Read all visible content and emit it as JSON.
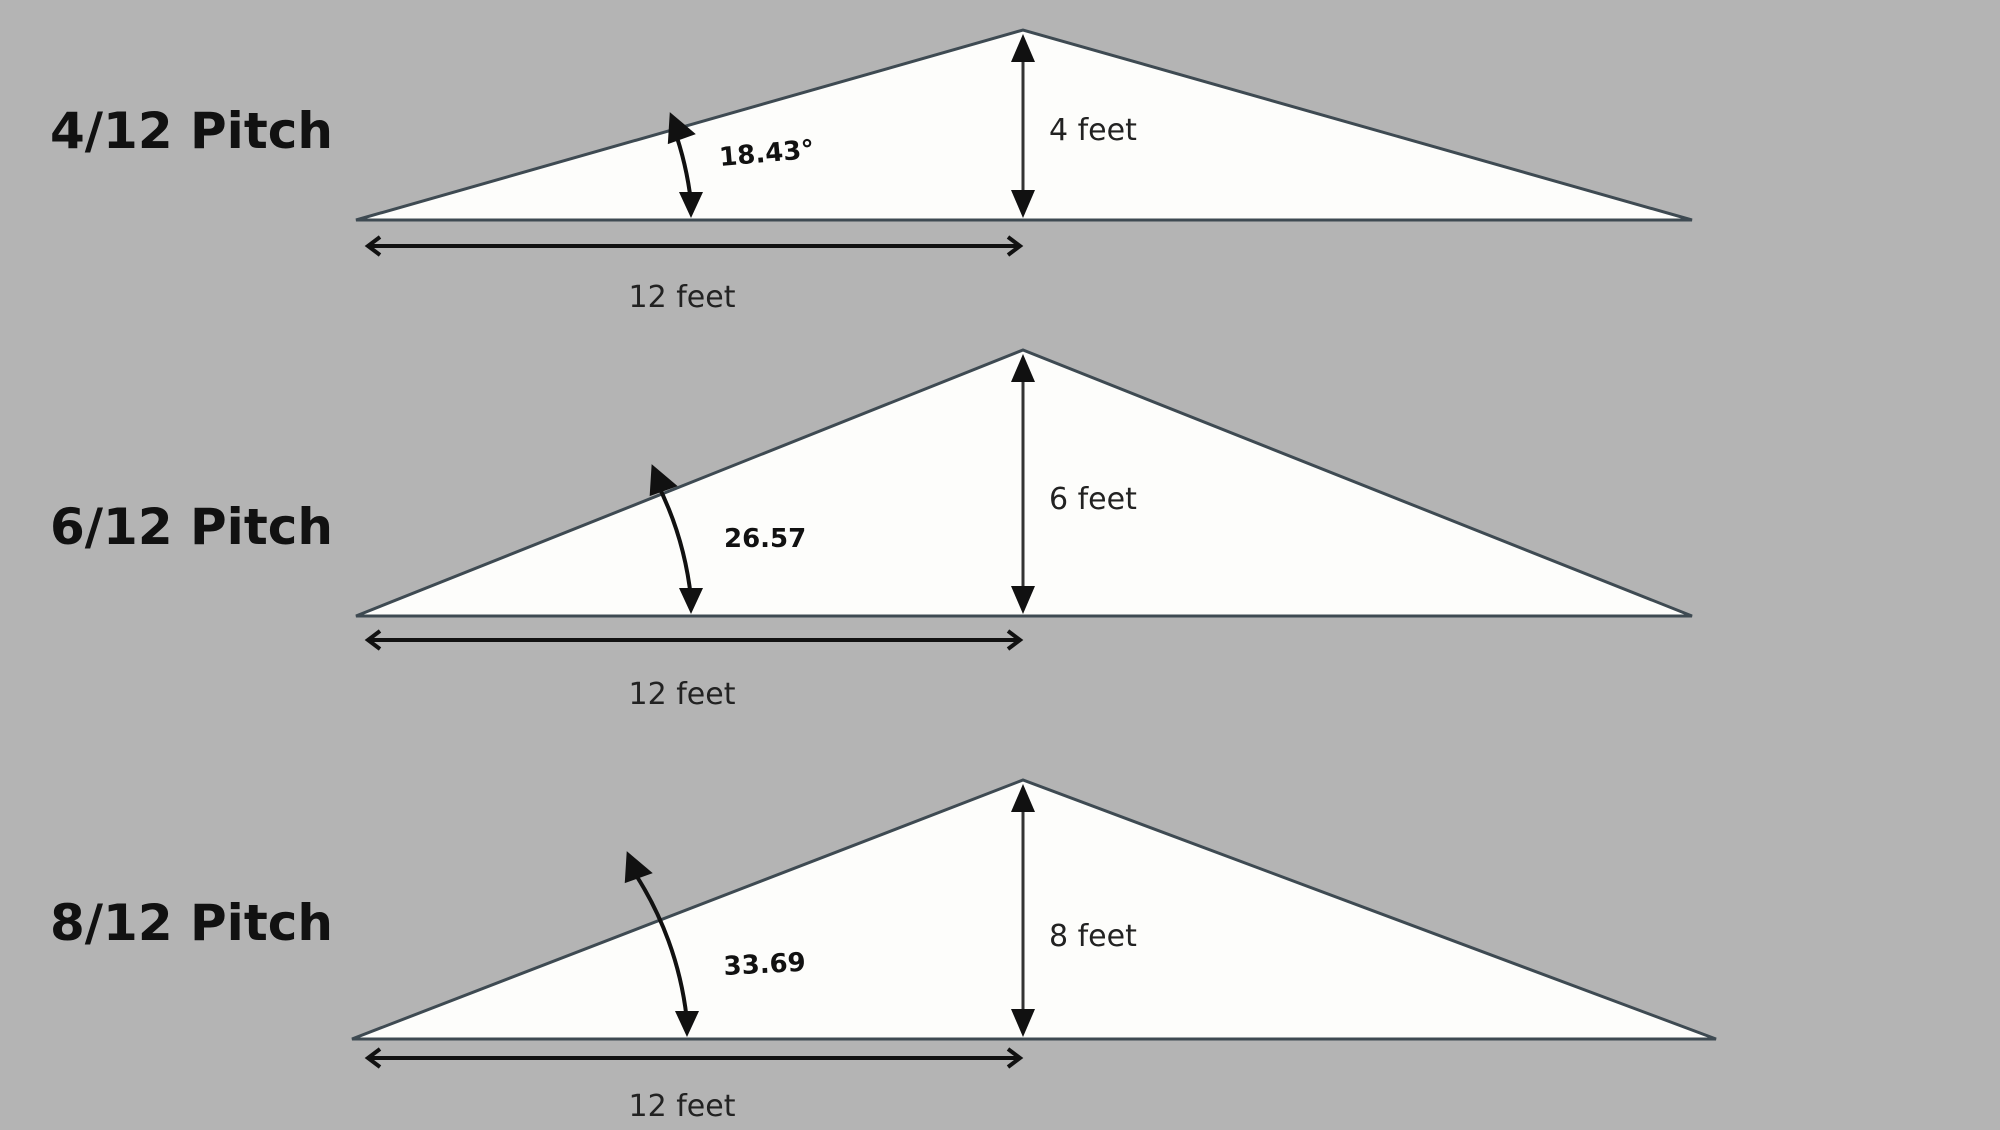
{
  "diagrams": [
    {
      "title": "4/12 Pitch",
      "rise_ft": 4,
      "run_ft": 12,
      "rise_label": "4 feet",
      "run_label": "12 feet",
      "angle_label": "18.43°"
    },
    {
      "title": "6/12 Pitch",
      "rise_ft": 6,
      "run_ft": 12,
      "rise_label": "6 feet",
      "run_label": "12 feet",
      "angle_label": "26.57"
    },
    {
      "title": "8/12 Pitch",
      "rise_ft": 8,
      "run_ft": 12,
      "rise_label": "8 feet",
      "run_label": "12 feet",
      "angle_label": "33.69"
    }
  ],
  "colors": {
    "background": "#b4b4b4",
    "roof_fill": "#fdfdfb",
    "roof_stroke": "#3e4a52",
    "dimension": "#111111"
  }
}
